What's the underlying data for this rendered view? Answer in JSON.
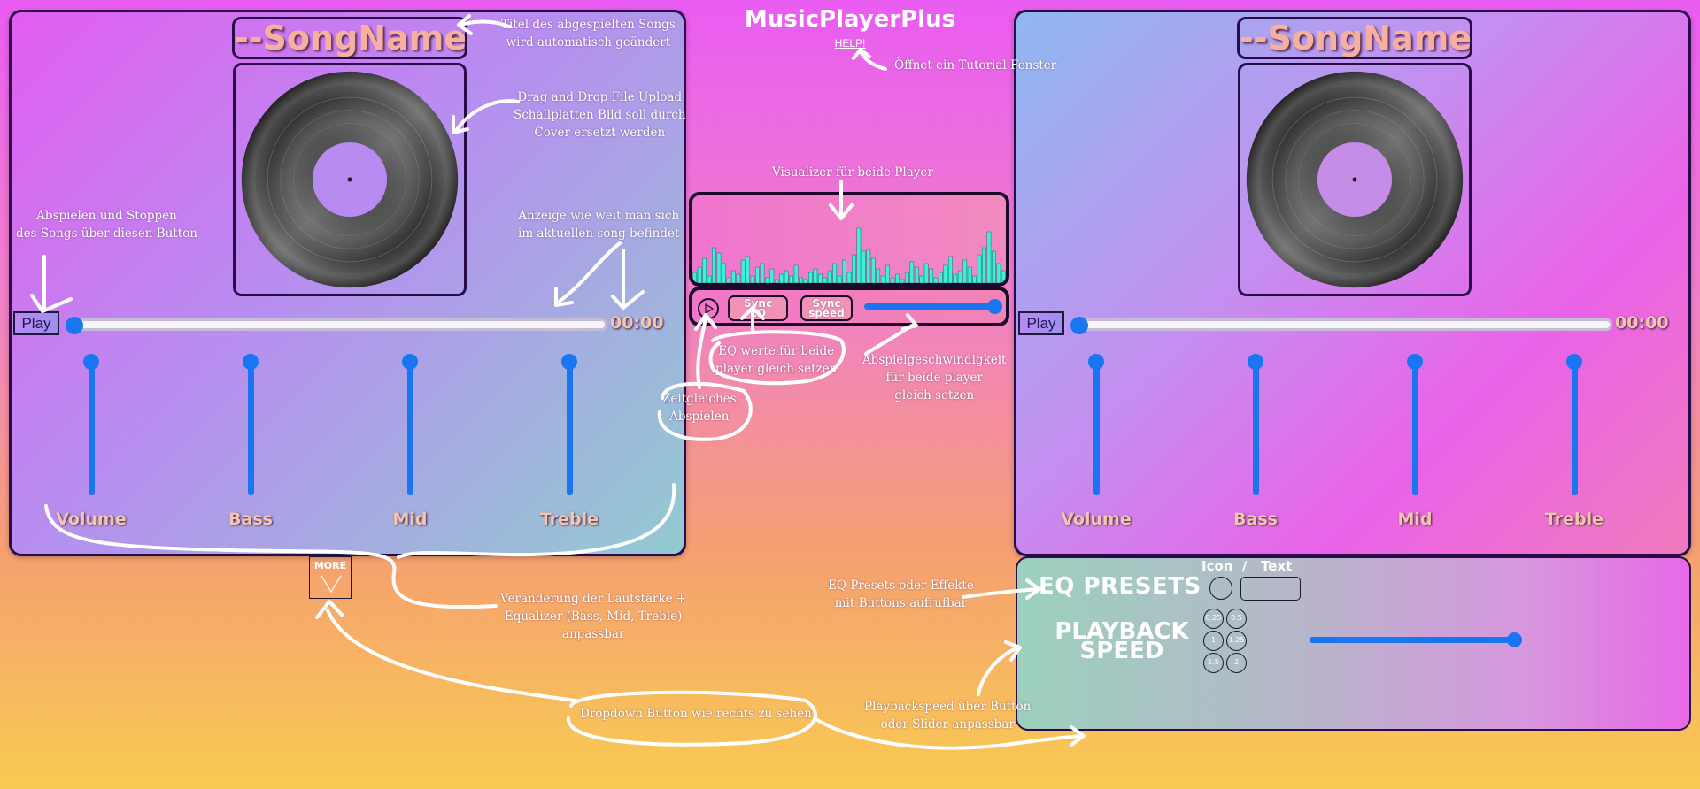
{
  "app": {
    "title": "MusicPlayerPlus",
    "help_label": "HELP!"
  },
  "players": [
    {
      "song_name": "--SongName--",
      "play_label": "Play",
      "time": "00:00",
      "sliders": [
        "Volume",
        "Bass",
        "Mid",
        "Treble"
      ]
    },
    {
      "song_name": "--SongName--",
      "play_label": "Play",
      "time": "00:00",
      "sliders": [
        "Volume",
        "Bass",
        "Mid",
        "Treble"
      ]
    }
  ],
  "center_controls": {
    "sync_eq": [
      "Sync",
      "EQ"
    ],
    "sync_speed": [
      "Sync",
      "speed"
    ]
  },
  "more_button": {
    "label": "MORE"
  },
  "presets": {
    "eq_title": "EQ PRESETS",
    "icon_text_label": "Icon  /   Text",
    "playback_title": [
      "PLAYBACK",
      "SPEED"
    ],
    "speed_options": [
      "0.25",
      "0.5",
      "1",
      "1.25",
      "1.5",
      "2"
    ]
  },
  "annotations": {
    "song_title": [
      "Titel des abgespielten Songs",
      "wird automatisch geändert"
    ],
    "help": [
      "Öffnet ein Tutorial Fenster"
    ],
    "cover": [
      "Drag and Drop File Upload",
      "Schallplatten Bild soll durch",
      "Cover ersetzt werden"
    ],
    "visualizer": [
      "Visualizer für beide Player"
    ],
    "play_stop": [
      "Abspielen und Stoppen",
      "des Songs über diesen Button"
    ],
    "progress": [
      "Anzeige wie weit man sich",
      "im aktuellen song befindet"
    ],
    "sync_eq": [
      "EQ werte für beide",
      "player gleich setzen"
    ],
    "sync_speed": [
      "Abspielgeschwindigkeit",
      "für beide player",
      "gleich setzen"
    ],
    "sync_play": [
      "Zeitgleiches",
      "Abspielen"
    ],
    "eq_sliders": [
      "Veränderung der Lautstärke +",
      "Equalizer (Bass, Mid, Treble)",
      "anpassbar"
    ],
    "eq_presets": [
      "EQ Presets oder Effekte",
      "mit Buttons aufrufbar"
    ],
    "playback_speed": [
      "Playbackspeed über Button",
      "oder Slider anpassbar"
    ],
    "dropdown": [
      "Dropdown Button wie rechts zu sehen"
    ]
  }
}
